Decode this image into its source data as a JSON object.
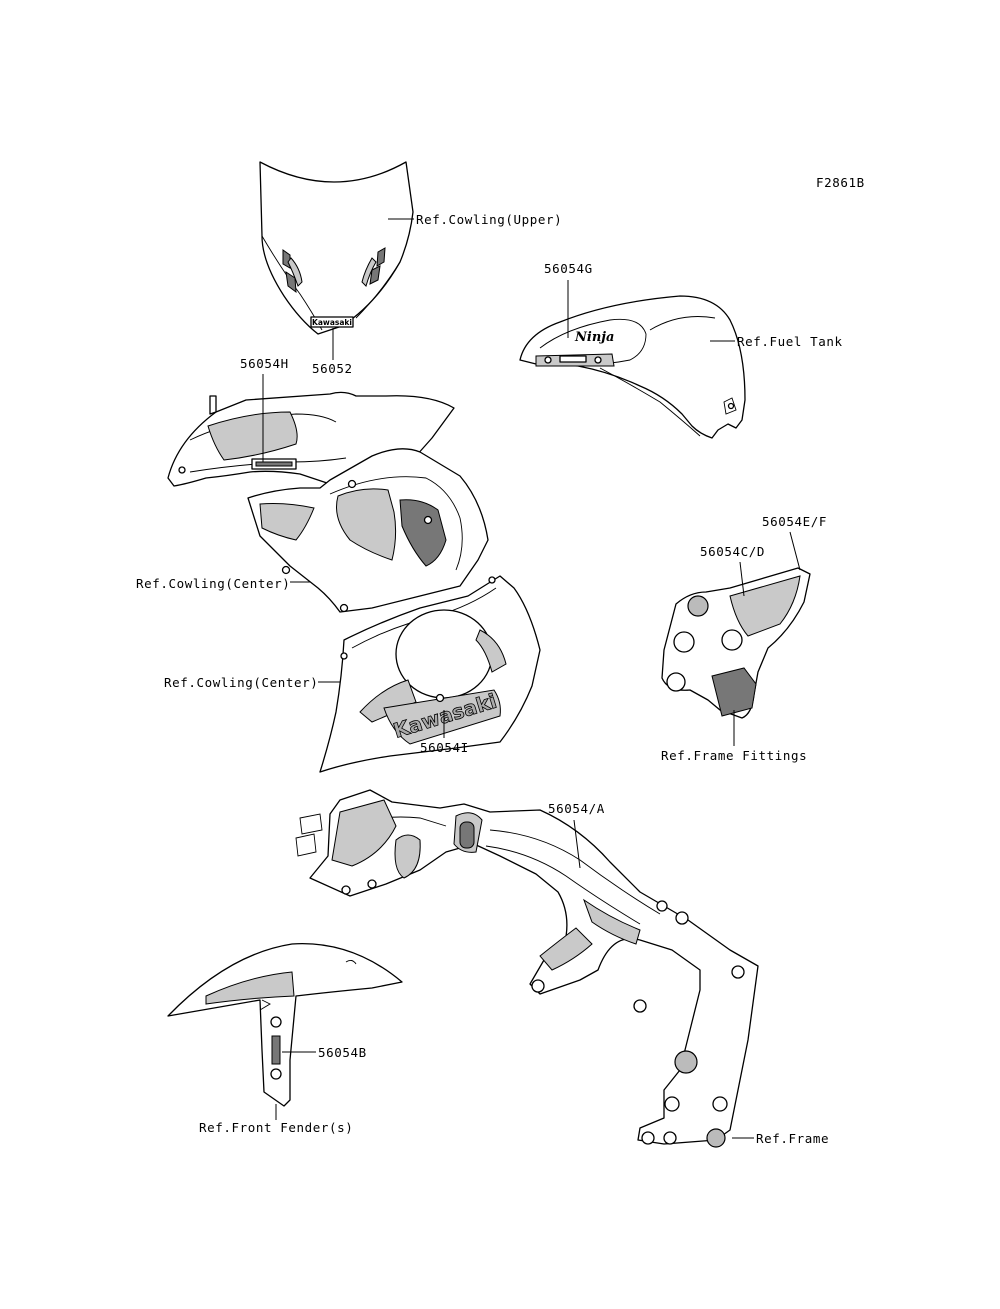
{
  "figure_code": "F2861B",
  "labels": {
    "cowling_upper_ref": "Ref.Cowling(Upper)",
    "part_56052": "56052",
    "part_56054G": "56054G",
    "fuel_tank_ref": "Ref.Fuel Tank",
    "part_56054H": "56054H",
    "cowling_center_ref_1": "Ref.Cowling(Center)",
    "cowling_center_ref_2": "Ref.Cowling(Center)",
    "part_56054I": "56054I",
    "part_56054EF": "56054E/F",
    "part_56054CD": "56054C/D",
    "frame_fittings_ref": "Ref.Frame Fittings",
    "part_56054A": "56054/A",
    "part_56054B": "56054B",
    "front_fender_ref": "Ref.Front Fender(s)",
    "frame_ref": "Ref.Frame"
  },
  "decals": {
    "windshield_logo": "Kawasaki",
    "tank_logo": "Ninja",
    "cowling_logo": "Kawasaki"
  }
}
